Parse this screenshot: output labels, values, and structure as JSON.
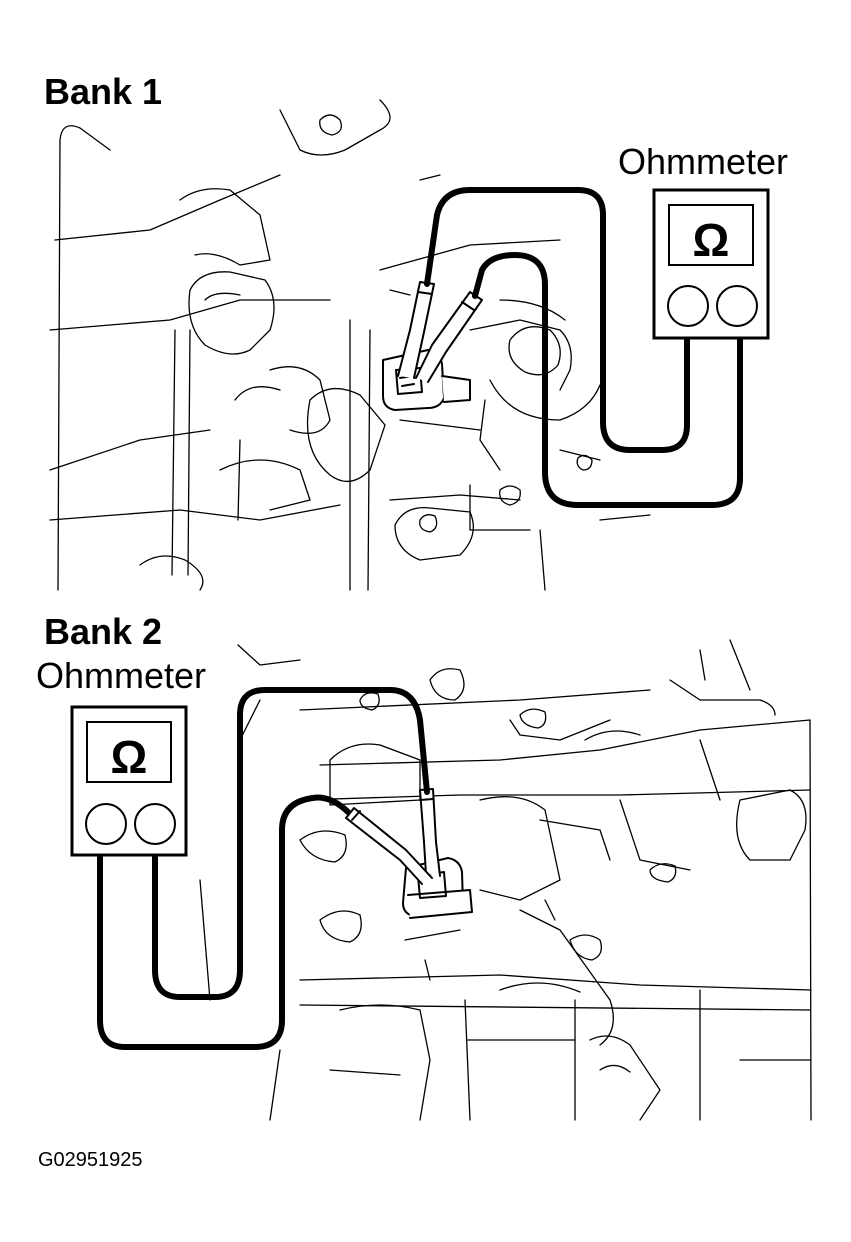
{
  "bank1": {
    "title": "Bank 1",
    "meter_label": "Ohmmeter",
    "meter_symbol": "Ω"
  },
  "bank2": {
    "title": "Bank 2",
    "meter_label": "Ohmmeter",
    "meter_symbol": "Ω"
  },
  "figure_code": "G02951925"
}
